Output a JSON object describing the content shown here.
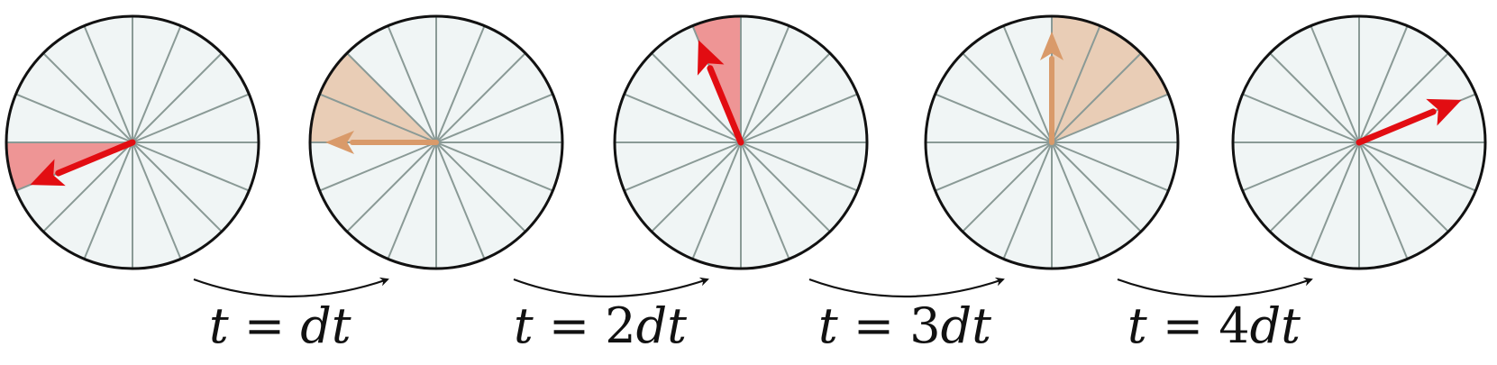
{
  "diagram": {
    "spokes_per_wheel": 16,
    "wheels": [
      {
        "arrow_angle_deg": 202.5,
        "arrow_kind": "current",
        "sector_from_deg": 180,
        "sector_to_deg": 202.5
      },
      {
        "arrow_angle_deg": 180,
        "arrow_kind": "previous",
        "sector_from_deg": 135,
        "sector_to_deg": 180
      },
      {
        "arrow_angle_deg": 112.5,
        "arrow_kind": "current",
        "sector_from_deg": 90,
        "sector_to_deg": 112.5
      },
      {
        "arrow_angle_deg": 90,
        "arrow_kind": "previous",
        "sector_from_deg": 22.5,
        "sector_to_deg": 90
      },
      {
        "arrow_angle_deg": 22.5,
        "arrow_kind": "current",
        "sector_from_deg": null,
        "sector_to_deg": null
      }
    ],
    "transitions": [
      {
        "lhs": "t",
        "eq": "=",
        "coef": "",
        "rhs": "dt"
      },
      {
        "lhs": "t",
        "eq": "=",
        "coef": "2",
        "rhs": "dt"
      },
      {
        "lhs": "t",
        "eq": "=",
        "coef": "3",
        "rhs": "dt"
      },
      {
        "lhs": "t",
        "eq": "=",
        "coef": "4",
        "rhs": "dt"
      }
    ]
  },
  "colors": {
    "wheel_fill": "#f0f5f5",
    "wheel_rim": "#111111",
    "spoke": "#8a9a96",
    "arrow_current": "#e20d12",
    "sector_current": "#ee9595",
    "arrow_previous": "#d99a6a",
    "sector_previous": "#e9cdb6",
    "transition_arrow": "#111111"
  }
}
